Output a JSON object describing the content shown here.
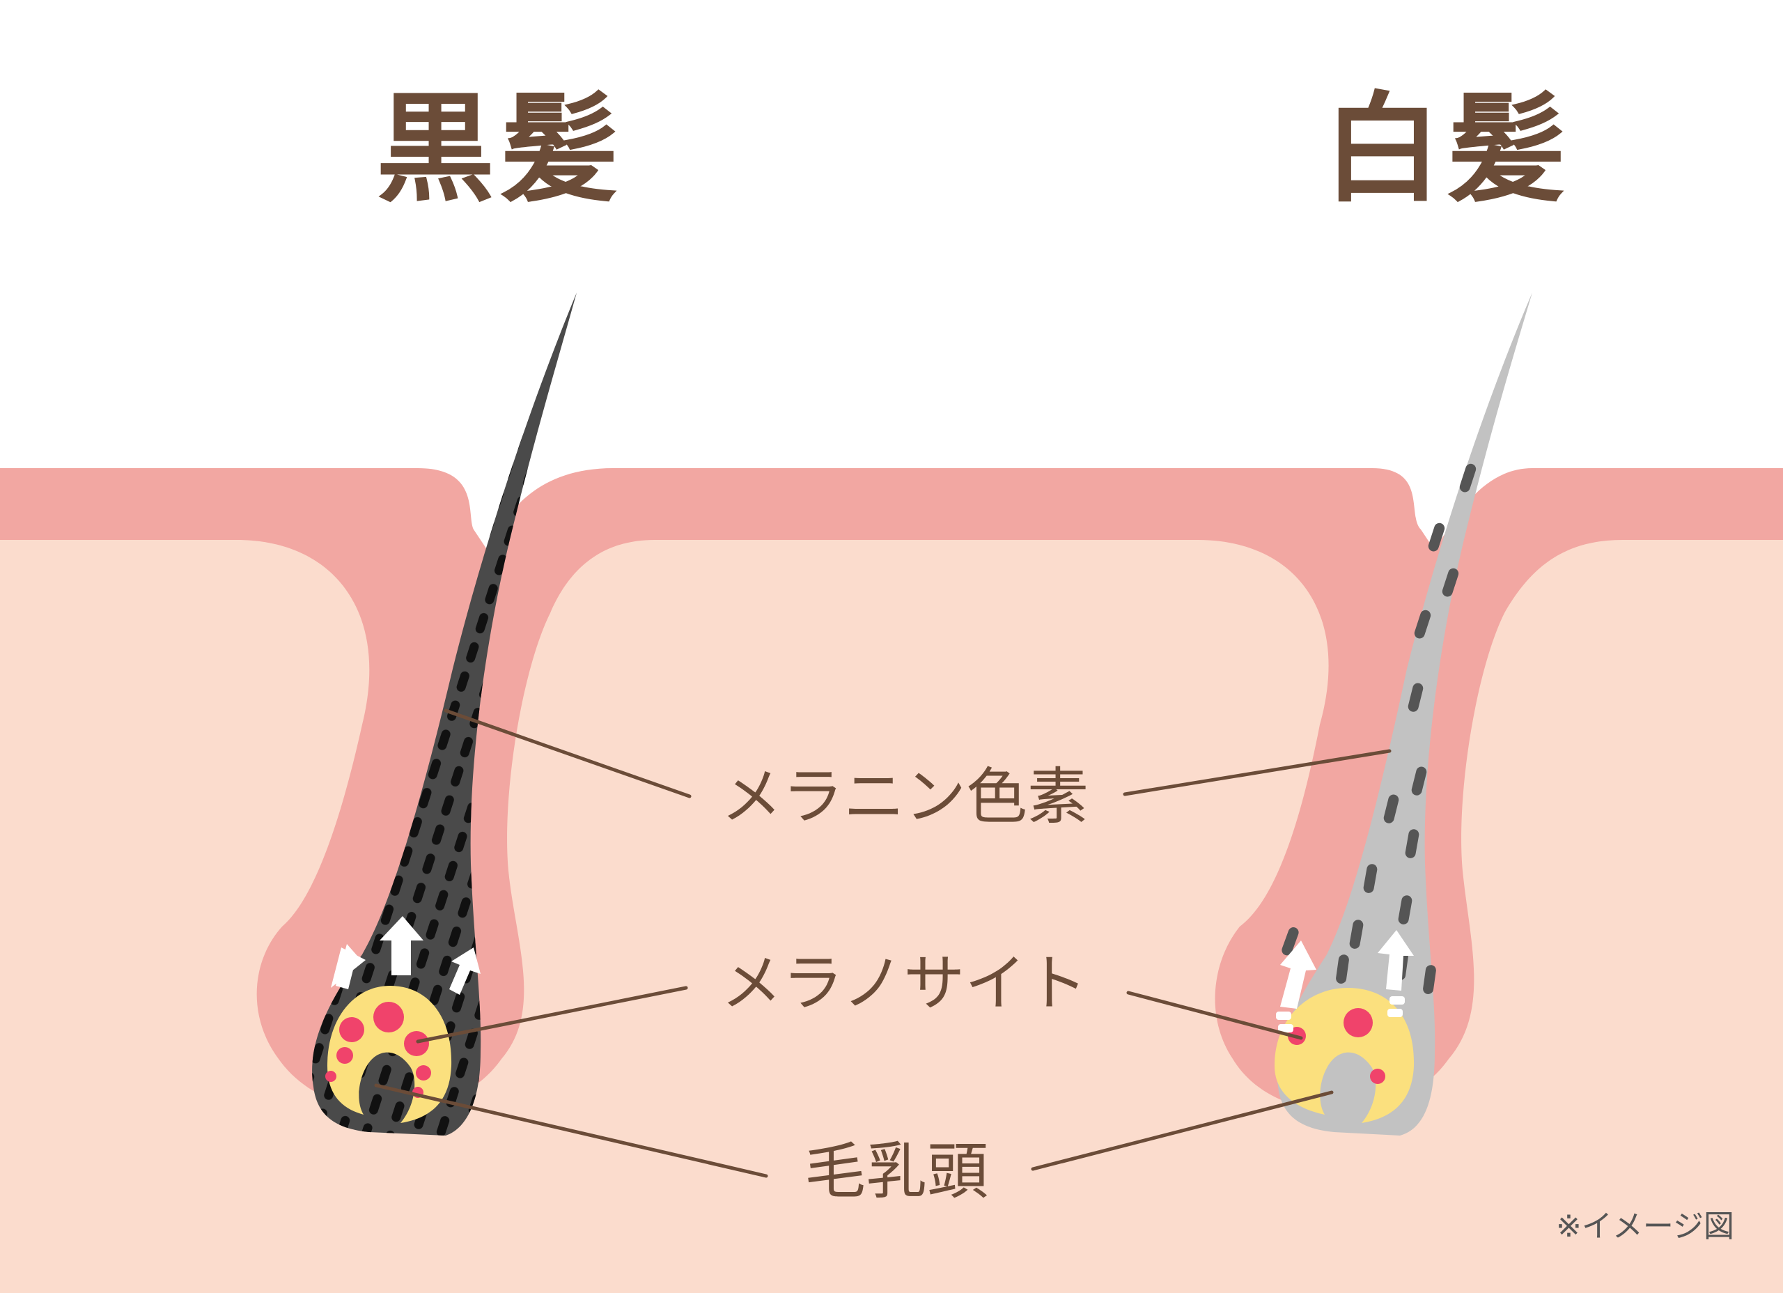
{
  "titles": {
    "black_hair": "黒髪",
    "white_hair": "白髪"
  },
  "labels": {
    "melanin": "メラニン色素",
    "melanocyte": "メラノサイト",
    "dermal_papilla": "毛乳頭"
  },
  "note": "※イメージ図",
  "colors": {
    "title_text": "#6b4c38",
    "skin_dark": "#f2a7a2",
    "skin_light": "#fbdccd",
    "black_hair": "#4a4a4a",
    "melanin_dark": "#111111",
    "white_hair": "#c2c2c2",
    "melanin_sparse": "#555555",
    "papilla_yellow": "#fbe07e",
    "melanocyte_pink": "#f0436b",
    "arrow": "#ffffff"
  }
}
